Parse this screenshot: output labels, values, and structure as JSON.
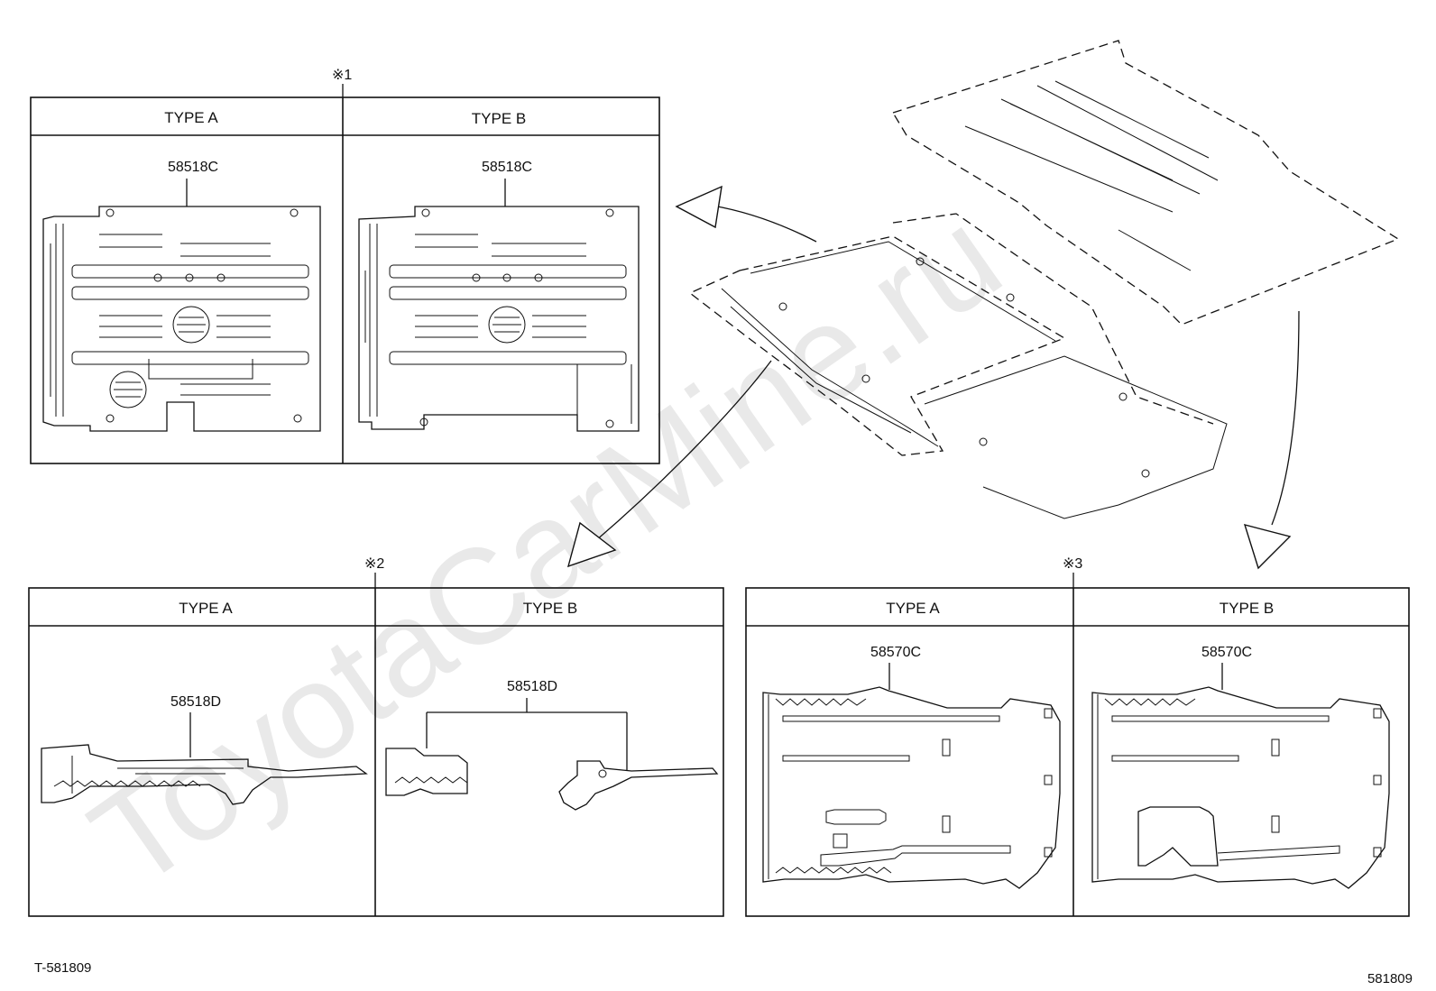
{
  "watermark": "ToyotaCarMine.ru",
  "panels": [
    {
      "marker": "※1",
      "columns": [
        {
          "header": "TYPE A",
          "part": "58518C"
        },
        {
          "header": "TYPE B",
          "part": "58518C"
        }
      ]
    },
    {
      "marker": "※2",
      "columns": [
        {
          "header": "TYPE A",
          "part": "58518D"
        },
        {
          "header": "TYPE B",
          "part": "58518D"
        }
      ]
    },
    {
      "marker": "※3",
      "columns": [
        {
          "header": "TYPE A",
          "part": "58570C"
        },
        {
          "header": "TYPE B",
          "part": "58570C"
        }
      ]
    }
  ],
  "footer": {
    "left_code": "T-581809",
    "right_code": "581809"
  }
}
